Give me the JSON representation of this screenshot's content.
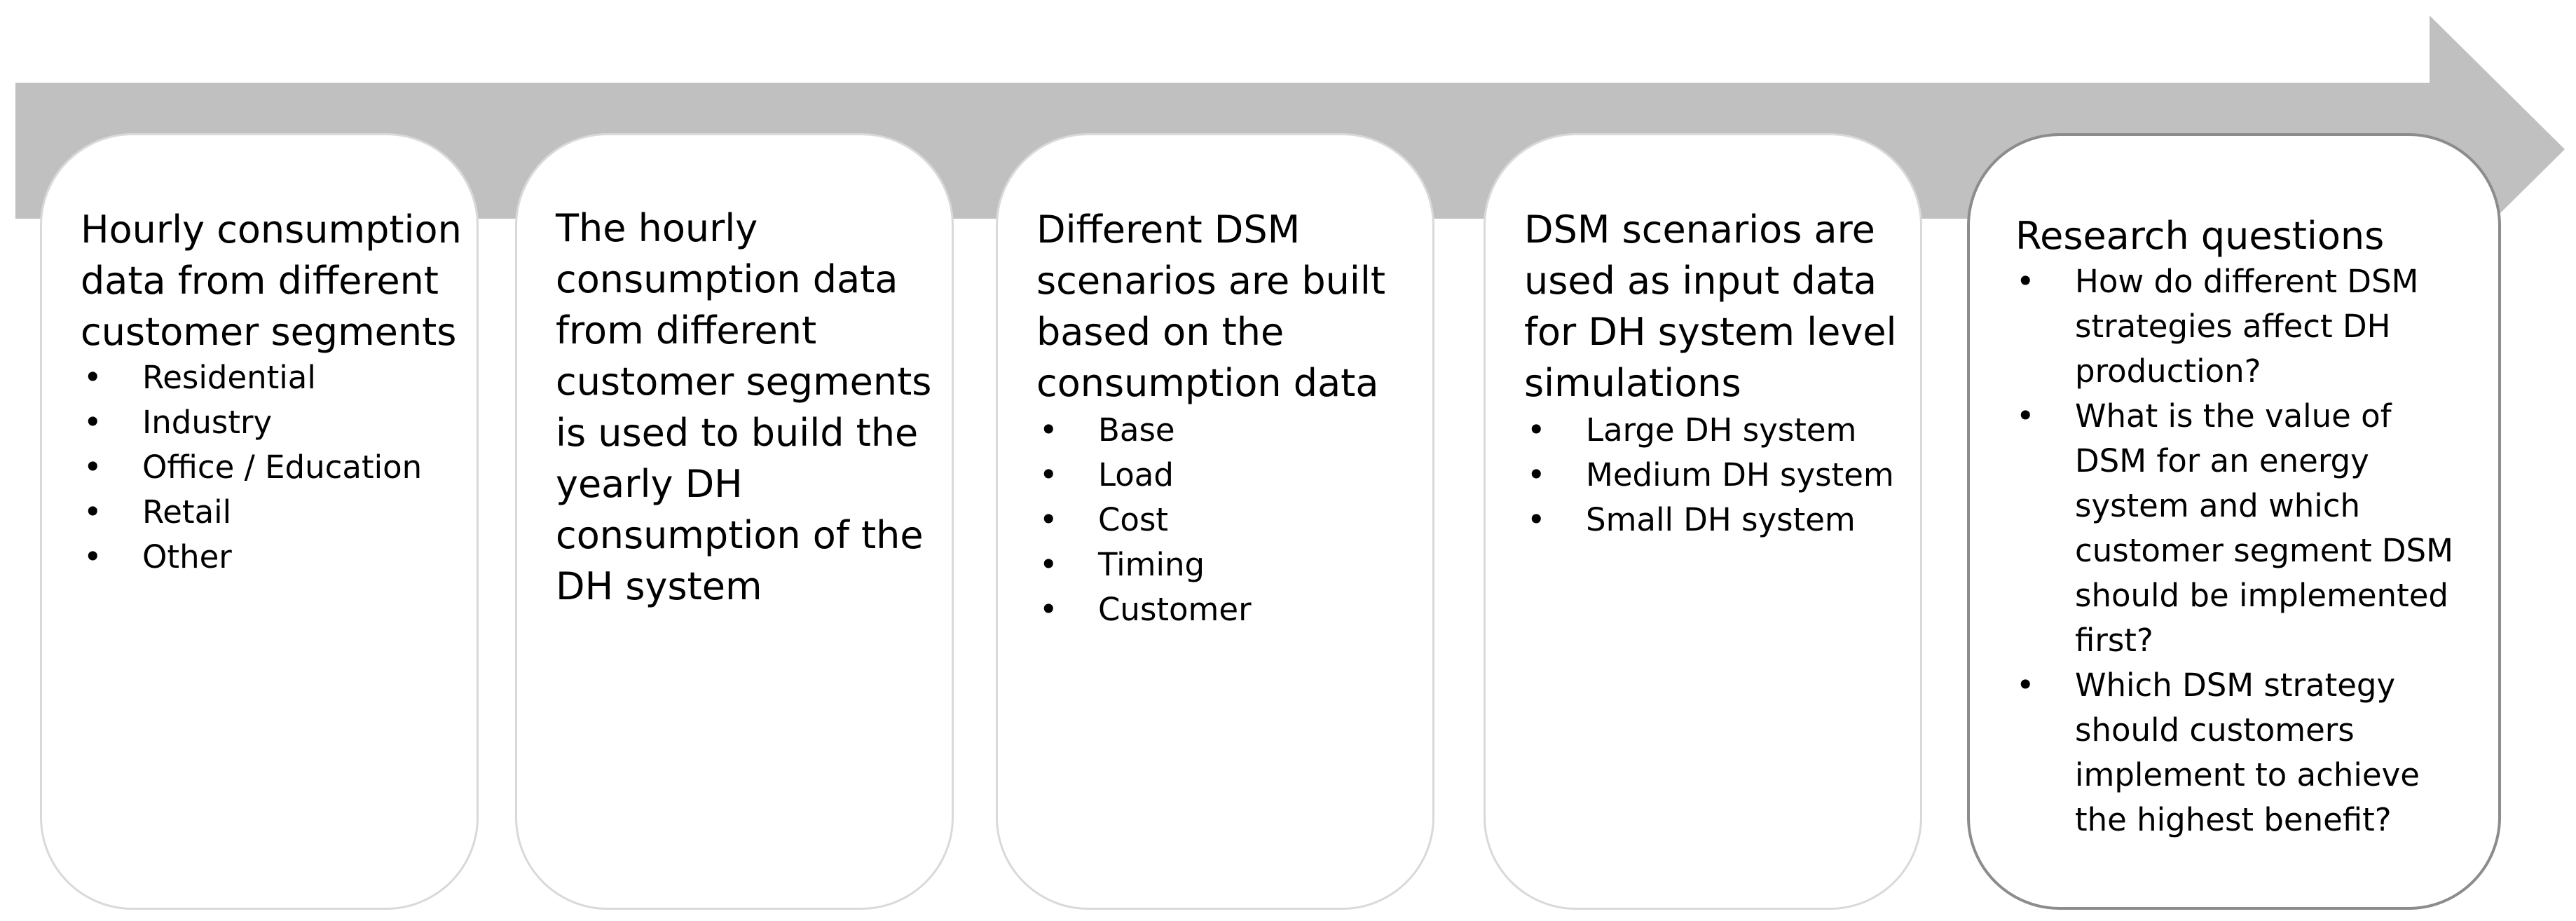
{
  "colors": {
    "arrow": "#c0c0c0",
    "card_border": "#d9d9d9",
    "card_border_emphasis": "#8c8c8c",
    "text": "#000000"
  },
  "steps": [
    {
      "heading": "Hourly consumption\ndata from different\ncustomer segments",
      "bullets": [
        "Residential",
        "Industry",
        "Office / Education",
        "Retail",
        "Other"
      ]
    },
    {
      "heading": "The hourly\nconsumption data\nfrom different\ncustomer segments\nis used to build the\nyearly DH\nconsumption of the\nDH system",
      "bullets": []
    },
    {
      "heading": "Different DSM\nscenarios are built\nbased on the\nconsumption data",
      "bullets": [
        "Base",
        "Load",
        "Cost",
        "Timing",
        "Customer"
      ]
    },
    {
      "heading": "DSM scenarios are\nused as input data\nfor DH system level\nsimulations",
      "bullets": [
        "Large DH system",
        "Medium DH system",
        "Small DH system"
      ]
    },
    {
      "heading": "Research questions",
      "bullets": [
        "How do different DSM\nstrategies affect DH\nproduction?",
        "What is the value of\nDSM for an energy\nsystem and which\ncustomer segment DSM\nshould be implemented\nfirst?",
        "Which DSM strategy\nshould customers\nimplement to achieve\nthe highest benefit?"
      ]
    }
  ]
}
